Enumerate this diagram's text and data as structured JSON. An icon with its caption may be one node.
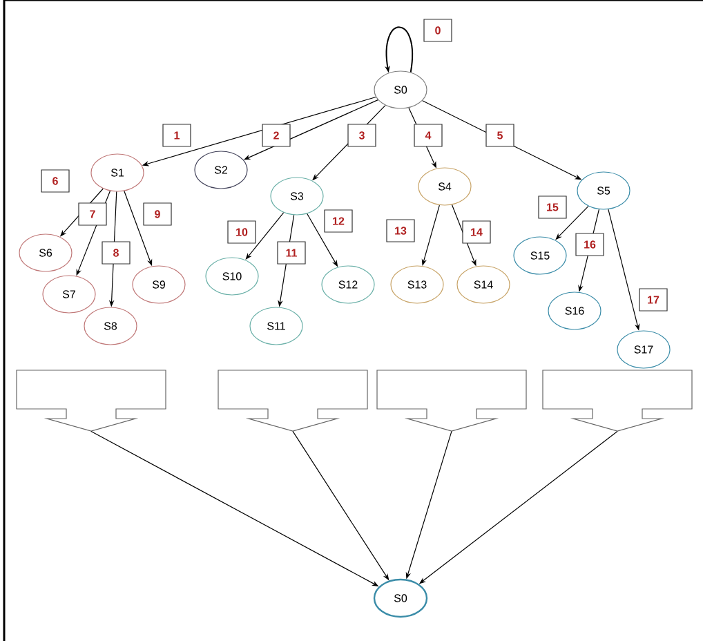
{
  "diagram": {
    "nodes": [
      {
        "text": [
          "S0"
        ]
      },
      {
        "text": [
          "S1"
        ]
      },
      {
        "text": [
          "S2"
        ]
      },
      {
        "text": [
          "S3"
        ]
      },
      {
        "text": [
          "S4"
        ]
      },
      {
        "text": [
          "S5"
        ]
      },
      {
        "text": [
          "S6"
        ]
      },
      {
        "text": [
          "S7"
        ]
      },
      {
        "text": [
          "S8"
        ]
      },
      {
        "text": [
          "S9"
        ]
      },
      {
        "text": [
          "S10"
        ]
      },
      {
        "text": [
          "S11"
        ]
      },
      {
        "text": [
          "S12"
        ]
      },
      {
        "text": [
          "S13"
        ]
      },
      {
        "text": [
          "S14"
        ]
      },
      {
        "text": [
          "S15"
        ]
      },
      {
        "text": [
          "S16"
        ]
      },
      {
        "text": [
          "S17"
        ]
      },
      {
        "text": [],
        "shape": "box"
      },
      {
        "text": [],
        "shape": "box"
      },
      {
        "text": [],
        "shape": "box"
      },
      {
        "text": [],
        "shape": "box"
      },
      {
        "text": [
          "S0"
        ]
      }
    ],
    "edges": [
      {
        "from": 0,
        "to": 0,
        "arrow": "to",
        "label": "0"
      },
      {
        "from": 0,
        "to": 1,
        "arrow": "to",
        "label": "1"
      },
      {
        "from": 0,
        "to": 2,
        "arrow": "to",
        "label": "2"
      },
      {
        "from": 0,
        "to": 3,
        "arrow": "to",
        "label": "3"
      },
      {
        "from": 0,
        "to": 4,
        "arrow": "to",
        "label": "4"
      },
      {
        "from": 0,
        "to": 5,
        "arrow": "to",
        "label": "5"
      },
      {
        "from": 1,
        "to": 6,
        "arrow": "to",
        "label": "6"
      },
      {
        "from": 1,
        "to": 7,
        "arrow": "to",
        "label": "7"
      },
      {
        "from": 1,
        "to": 8,
        "arrow": "to",
        "label": "8"
      },
      {
        "from": 1,
        "to": 9,
        "arrow": "to",
        "label": "9"
      },
      {
        "from": 3,
        "to": 10,
        "arrow": "to",
        "label": "10"
      },
      {
        "from": 3,
        "to": 11,
        "arrow": "to",
        "label": "11"
      },
      {
        "from": 3,
        "to": 12,
        "arrow": "to",
        "label": "12"
      },
      {
        "from": 4,
        "to": 13,
        "arrow": "to",
        "label": "13"
      },
      {
        "from": 4,
        "to": 14,
        "arrow": "to",
        "label": "14"
      },
      {
        "from": 5,
        "to": 15,
        "arrow": "to",
        "label": "15"
      },
      {
        "from": 5,
        "to": 16,
        "arrow": "to",
        "label": "16"
      },
      {
        "from": 5,
        "to": 17,
        "arrow": "to",
        "label": "17"
      },
      {
        "from": 18,
        "to": 22,
        "arrow": "to"
      },
      {
        "from": 19,
        "to": 22,
        "arrow": "to"
      },
      {
        "from": 20,
        "to": 22,
        "arrow": "to"
      },
      {
        "from": 21,
        "to": 22,
        "arrow": "to"
      }
    ]
  }
}
